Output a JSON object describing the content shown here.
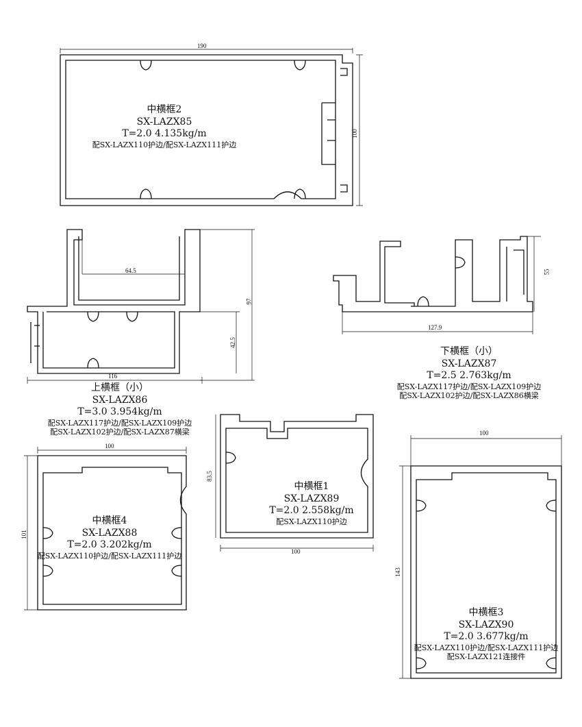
{
  "profiles": [
    {
      "name": "中横框2",
      "code": "SX-LAZX85",
      "spec": "T=2.0 4.135kg/m",
      "notes": [
        "配SX-LAZX110护边/配SX-LAZX111护边"
      ],
      "dims": [
        "190",
        "100"
      ]
    },
    {
      "name": "上横框（小）",
      "code": "SX-LAZX86",
      "spec": "T=3.0 3.954kg/m",
      "notes": [
        "配SX-LAZX117护边/配SX-LAZX109护边",
        "配SX-LAZX102护边/配SX-LAZX87横梁"
      ],
      "dims": [
        "64.5",
        "97",
        "42.5",
        "116"
      ]
    },
    {
      "name": "下横框（小）",
      "code": "SX-LAZX87",
      "spec": "T=2.5 2.763kg/m",
      "notes": [
        "配SX-LAZX117护边/配SX-LAZX109护边",
        "配SX-LAZX102护边/配SX-LAZX86横梁"
      ],
      "dims": [
        "55",
        "127.9"
      ]
    },
    {
      "name": "中横框4",
      "code": "SX-LAZX88",
      "spec": "T=2.0 3.202kg/m",
      "notes": [
        "配SX-LAZX110护边/配SX-LAZX111护边"
      ],
      "dims": [
        "100",
        "101"
      ]
    },
    {
      "name": "中横框1",
      "code": "SX-LAZX89",
      "spec": "T=2.0 2.558kg/m",
      "notes": [
        "配SX-LAZX110护边"
      ],
      "dims": [
        "83.5",
        "100"
      ]
    },
    {
      "name": "中横框3",
      "code": "SX-LAZX90",
      "spec": "T=2.0 3.677kg/m",
      "notes": [
        "配SX-LAZX110护边/配SX-LAZX111护边",
        "配SX-LAZX121连接件"
      ],
      "dims": [
        "100",
        "143"
      ]
    }
  ]
}
